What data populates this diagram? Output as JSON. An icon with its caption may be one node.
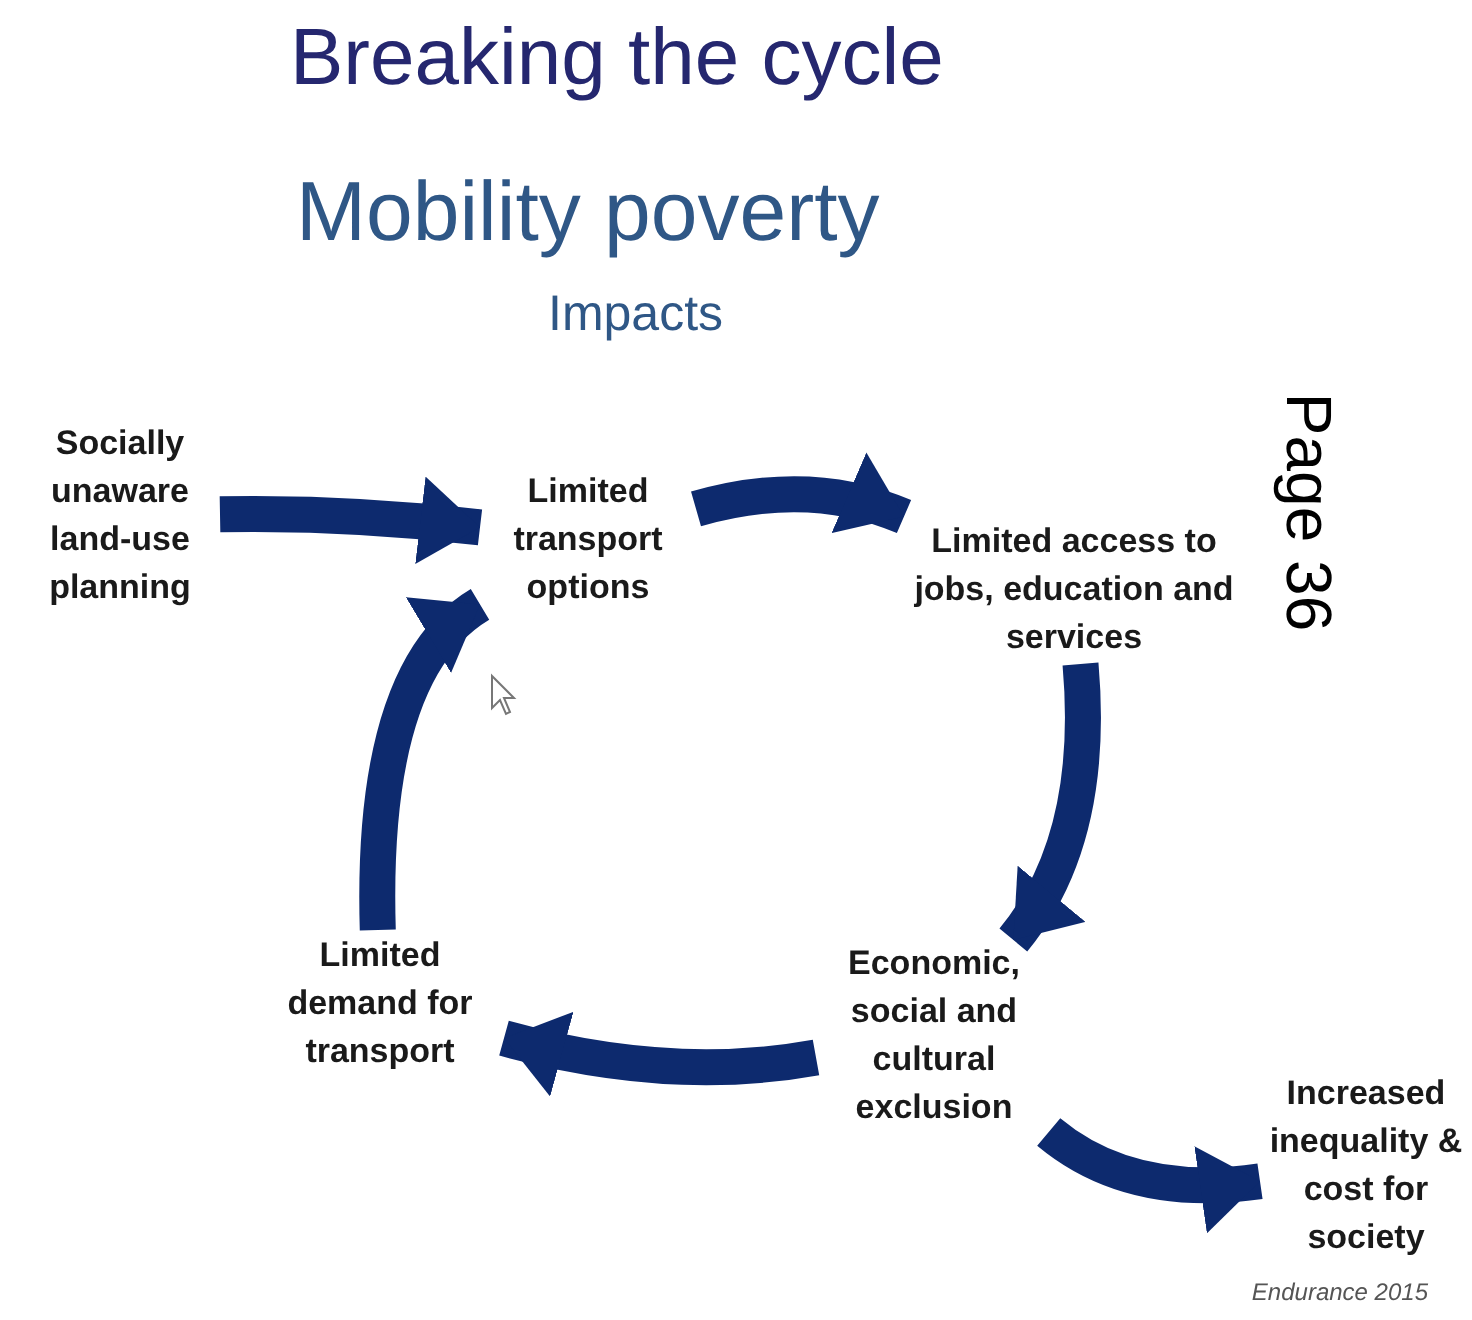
{
  "diagram": {
    "title": "Breaking the cycle",
    "nodes": [
      {
        "text": [
          "Socially unaware land-use planning"
        ]
      },
      {
        "text": [
          "Limited transport options"
        ]
      },
      {
        "text": [
          "Limited access to jobs, education and services"
        ]
      },
      {
        "text": [
          "Economic, social and cultural exclusion"
        ]
      },
      {
        "text": [
          "Limited demand for transport"
        ]
      },
      {
        "text": [
          "Increased inequality & cost for society"
        ]
      }
    ],
    "edges": [
      {
        "from": 0,
        "to": 1,
        "arrow": "to"
      },
      {
        "from": 1,
        "to": 2,
        "arrow": "to"
      },
      {
        "from": 2,
        "to": 3,
        "arrow": "to"
      },
      {
        "from": 3,
        "to": 4,
        "arrow": "to"
      },
      {
        "from": 4,
        "to": 1,
        "arrow": "to"
      },
      {
        "from": 3,
        "to": 5,
        "arrow": "to"
      }
    ],
    "labels": [
      "Mobility poverty",
      "Impacts",
      "Page 36",
      "Endurance 2015"
    ]
  }
}
